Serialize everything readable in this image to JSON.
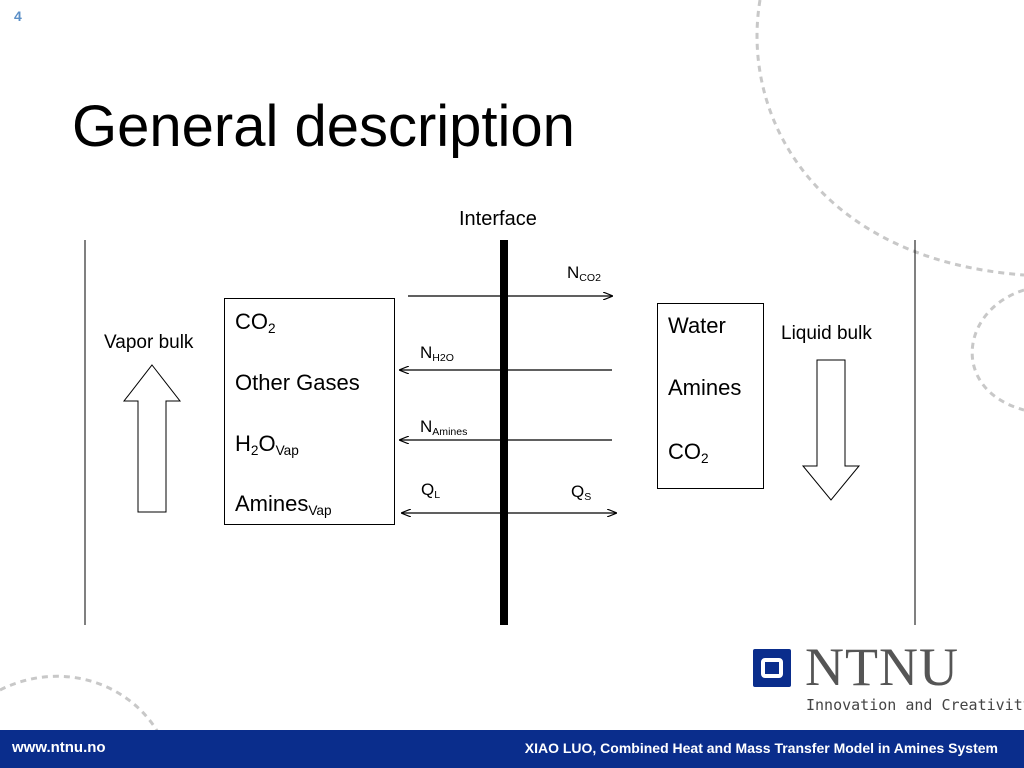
{
  "slide": {
    "number": "4",
    "title": "General description"
  },
  "diagram": {
    "interface_label": "Interface",
    "vapor_bulk_label": "Vapor bulk",
    "liquid_bulk_label": "Liquid bulk",
    "vapor_box": {
      "co2": "CO",
      "co2_sub": "2",
      "other_gases": "Other Gases",
      "h2o_h": "H",
      "h2o_sub": "2",
      "h2o_o": "O",
      "h2o_vap_sub": "Vap",
      "amines": "Amines",
      "amines_vap_sub": "Vap"
    },
    "liquid_box": {
      "water": "Water",
      "amines": "Amines",
      "co2": "CO",
      "co2_sub": "2"
    },
    "fluxes": {
      "n_co2": "N",
      "n_co2_sub": "CO2",
      "n_h2o": "N",
      "n_h2o_sub": "H2O",
      "n_amines": "N",
      "n_amines_sub": "Amines",
      "q_l": "Q",
      "q_l_sub": "L",
      "q_s": "Q",
      "q_s_sub": "S"
    }
  },
  "logo": {
    "name": "NTNU",
    "tagline": "Innovation and Creativity"
  },
  "footer": {
    "url": "www.ntnu.no",
    "caption": "XIAO LUO, Combined Heat and Mass Transfer Model in Amines System"
  },
  "colors": {
    "footer_bg": "#0a2d8c",
    "slide_number": "#5b8fc7",
    "decoration": "#c8c8c8"
  }
}
